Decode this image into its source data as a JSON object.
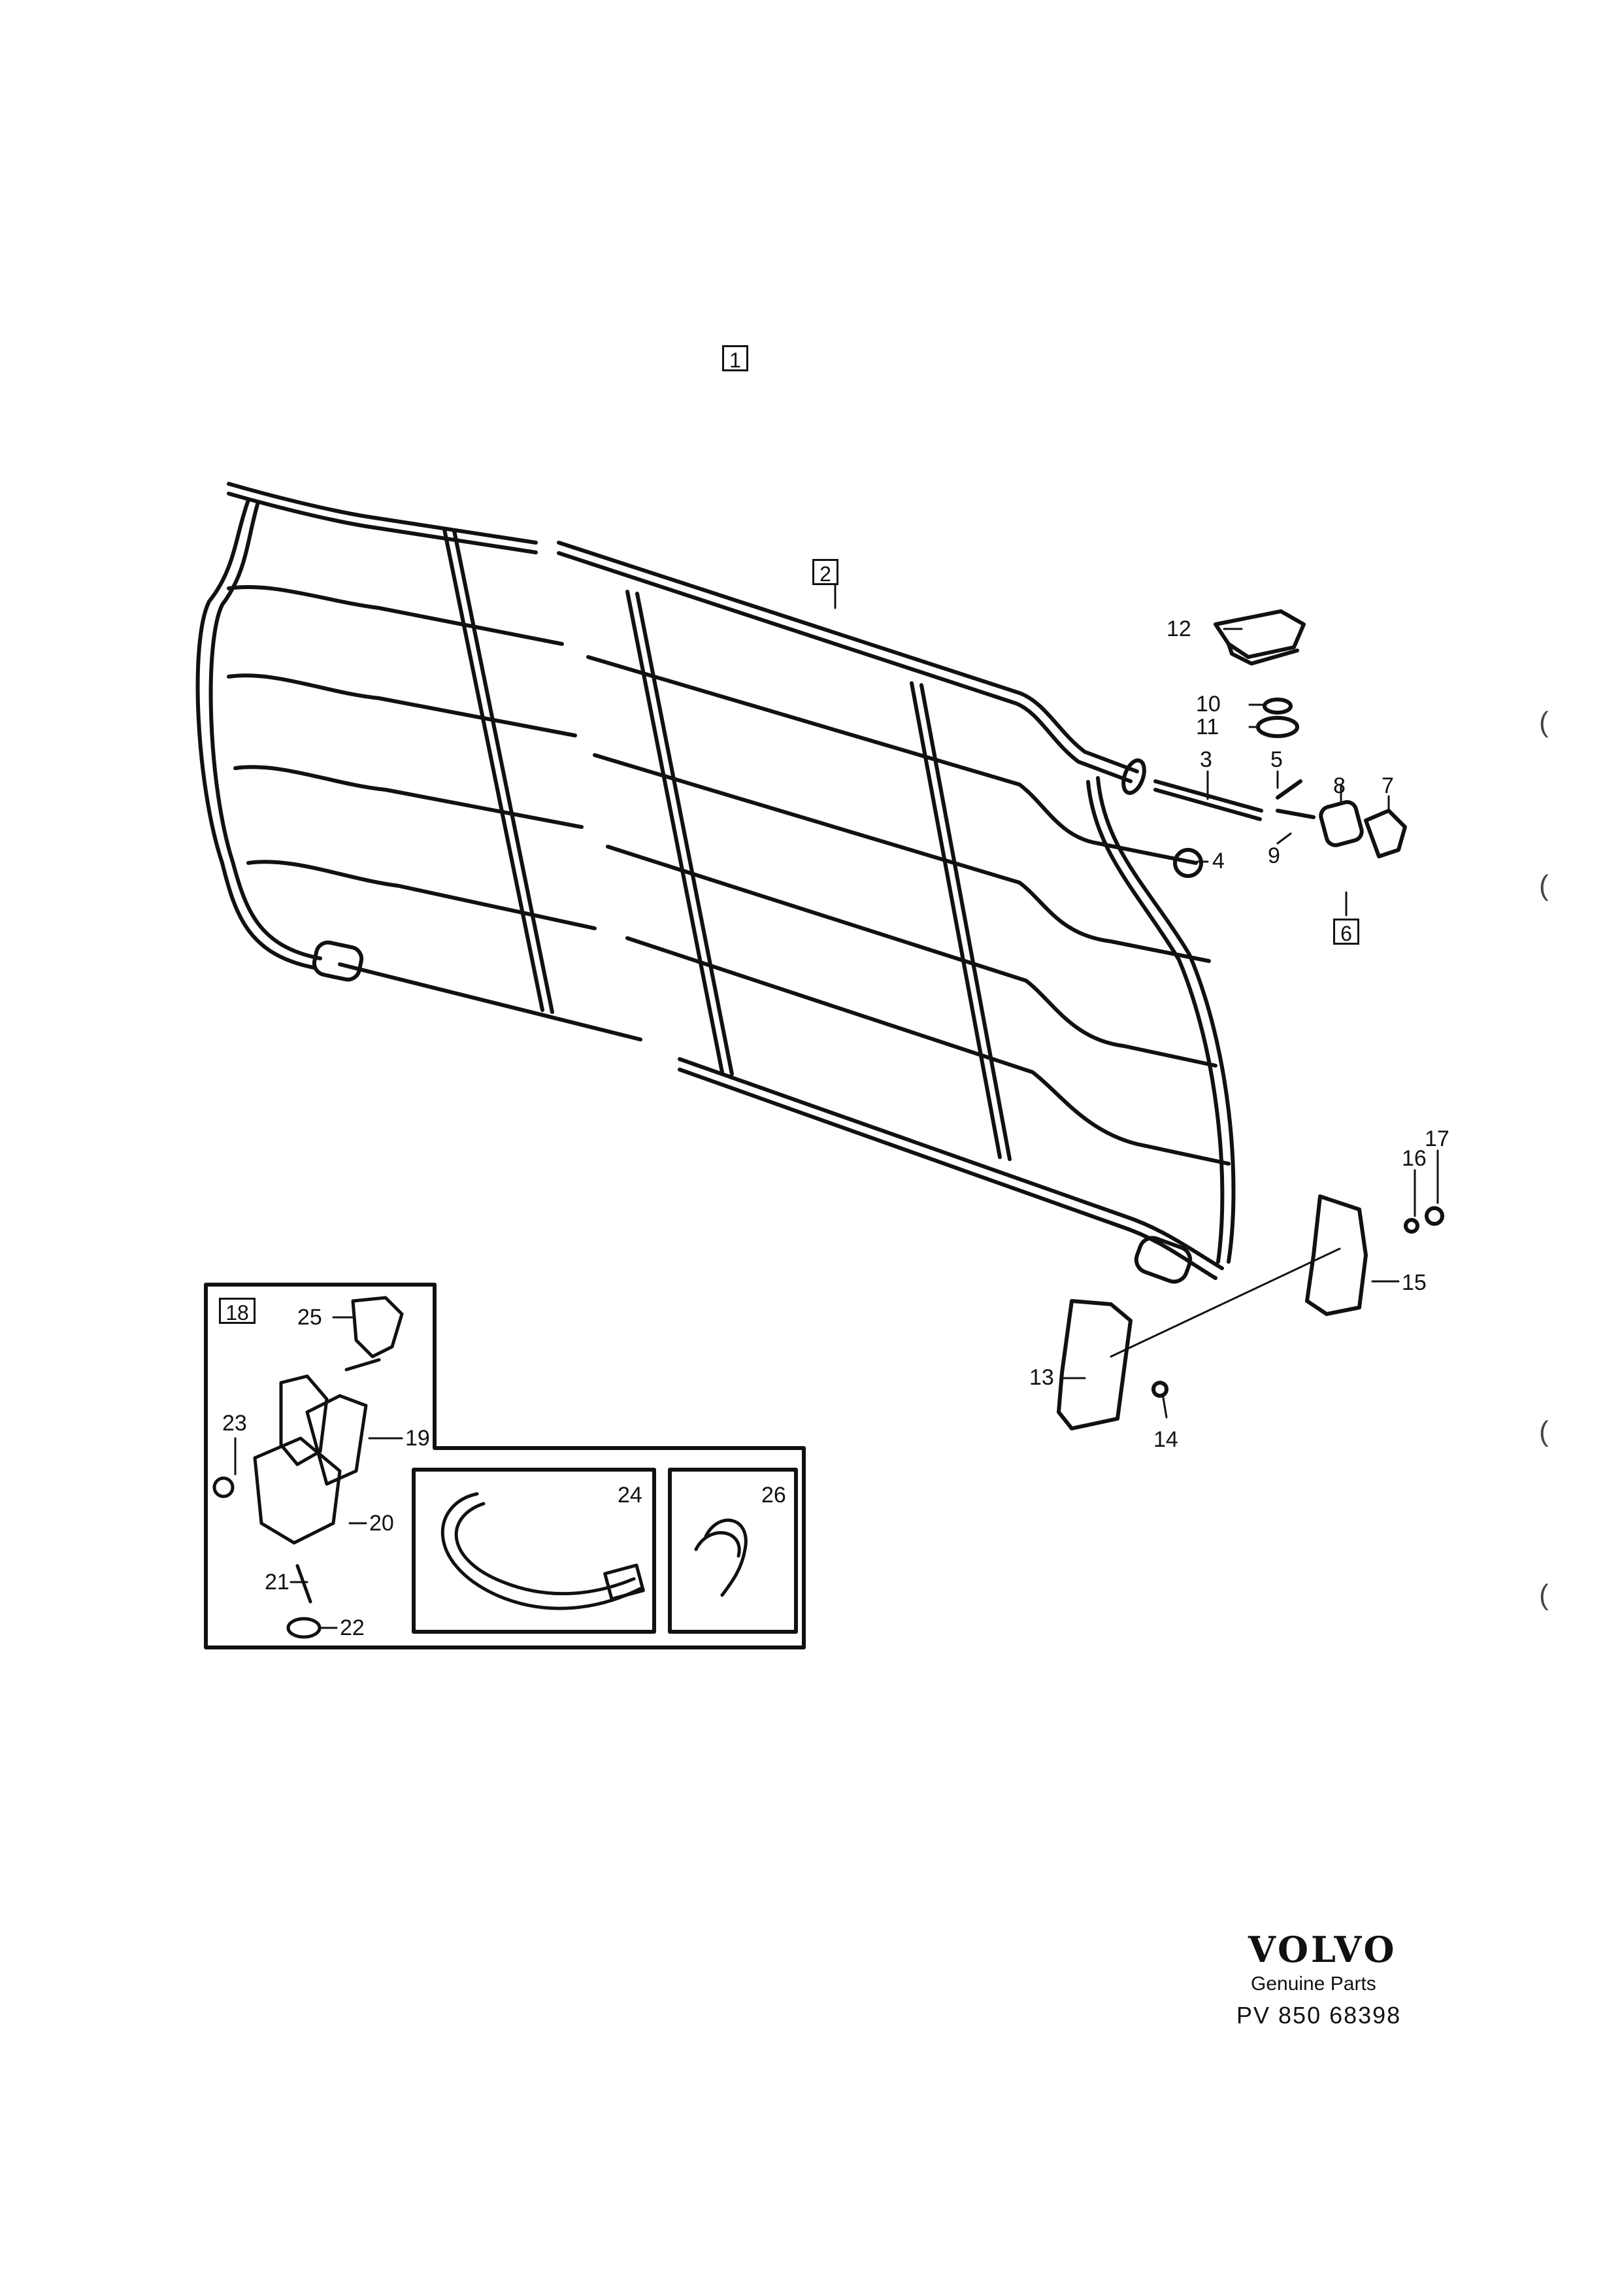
{
  "callouts": {
    "c1": "1",
    "c2": "2",
    "c3": "3",
    "c4": "4",
    "c5": "5",
    "c6": "6",
    "c7": "7",
    "c8": "8",
    "c9": "9",
    "c10": "10",
    "c11": "11",
    "c12": "12",
    "c13": "13",
    "c14": "14",
    "c15": "15",
    "c16": "16",
    "c17": "17",
    "c18": "18",
    "c19": "19",
    "c20": "20",
    "c21": "21",
    "c22": "22",
    "c23": "23",
    "c24": "24",
    "c25": "25",
    "c26": "26"
  },
  "brand": {
    "logo": "VOLVO",
    "tagline": "Genuine Parts",
    "code": "PV 850 68398"
  },
  "margin_marks": [
    "(",
    "(",
    "(",
    "("
  ]
}
